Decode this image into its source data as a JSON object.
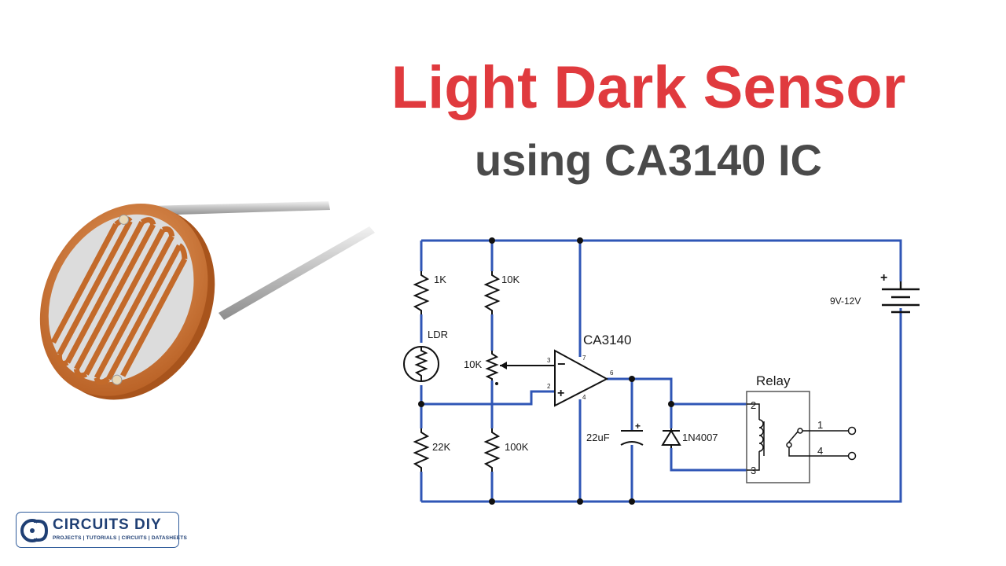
{
  "header": {
    "title": "Light Dark Sensor",
    "subtitle": "using CA3140 IC"
  },
  "schematic": {
    "components": {
      "r1": "1K",
      "ldr": "LDR",
      "r2": "22K",
      "r3": "10K",
      "pot": "10K",
      "r4": "100K",
      "ic": "CA3140",
      "cap": "22uF",
      "diode": "1N4007",
      "relay": "Relay",
      "battery": "9V-12V"
    },
    "pins": {
      "ic_in_plus": "3",
      "ic_in_minus": "2",
      "ic_vcc": "7",
      "ic_gnd": "4",
      "ic_out": "6",
      "relay_coil_top": "2",
      "relay_coil_bottom": "3",
      "relay_contact_1": "1",
      "relay_contact_4": "4"
    },
    "symbols": {
      "opamp_minus": "−",
      "opamp_plus": "+",
      "cap_plus": "+",
      "battery_plus": "+"
    },
    "wire_color": "#2f56b6"
  },
  "logo": {
    "wordmark": "CIRCUITS DIY",
    "tagline": "PROJECTS | TUTORIALS | CIRCUITS | DATASHEETS"
  }
}
